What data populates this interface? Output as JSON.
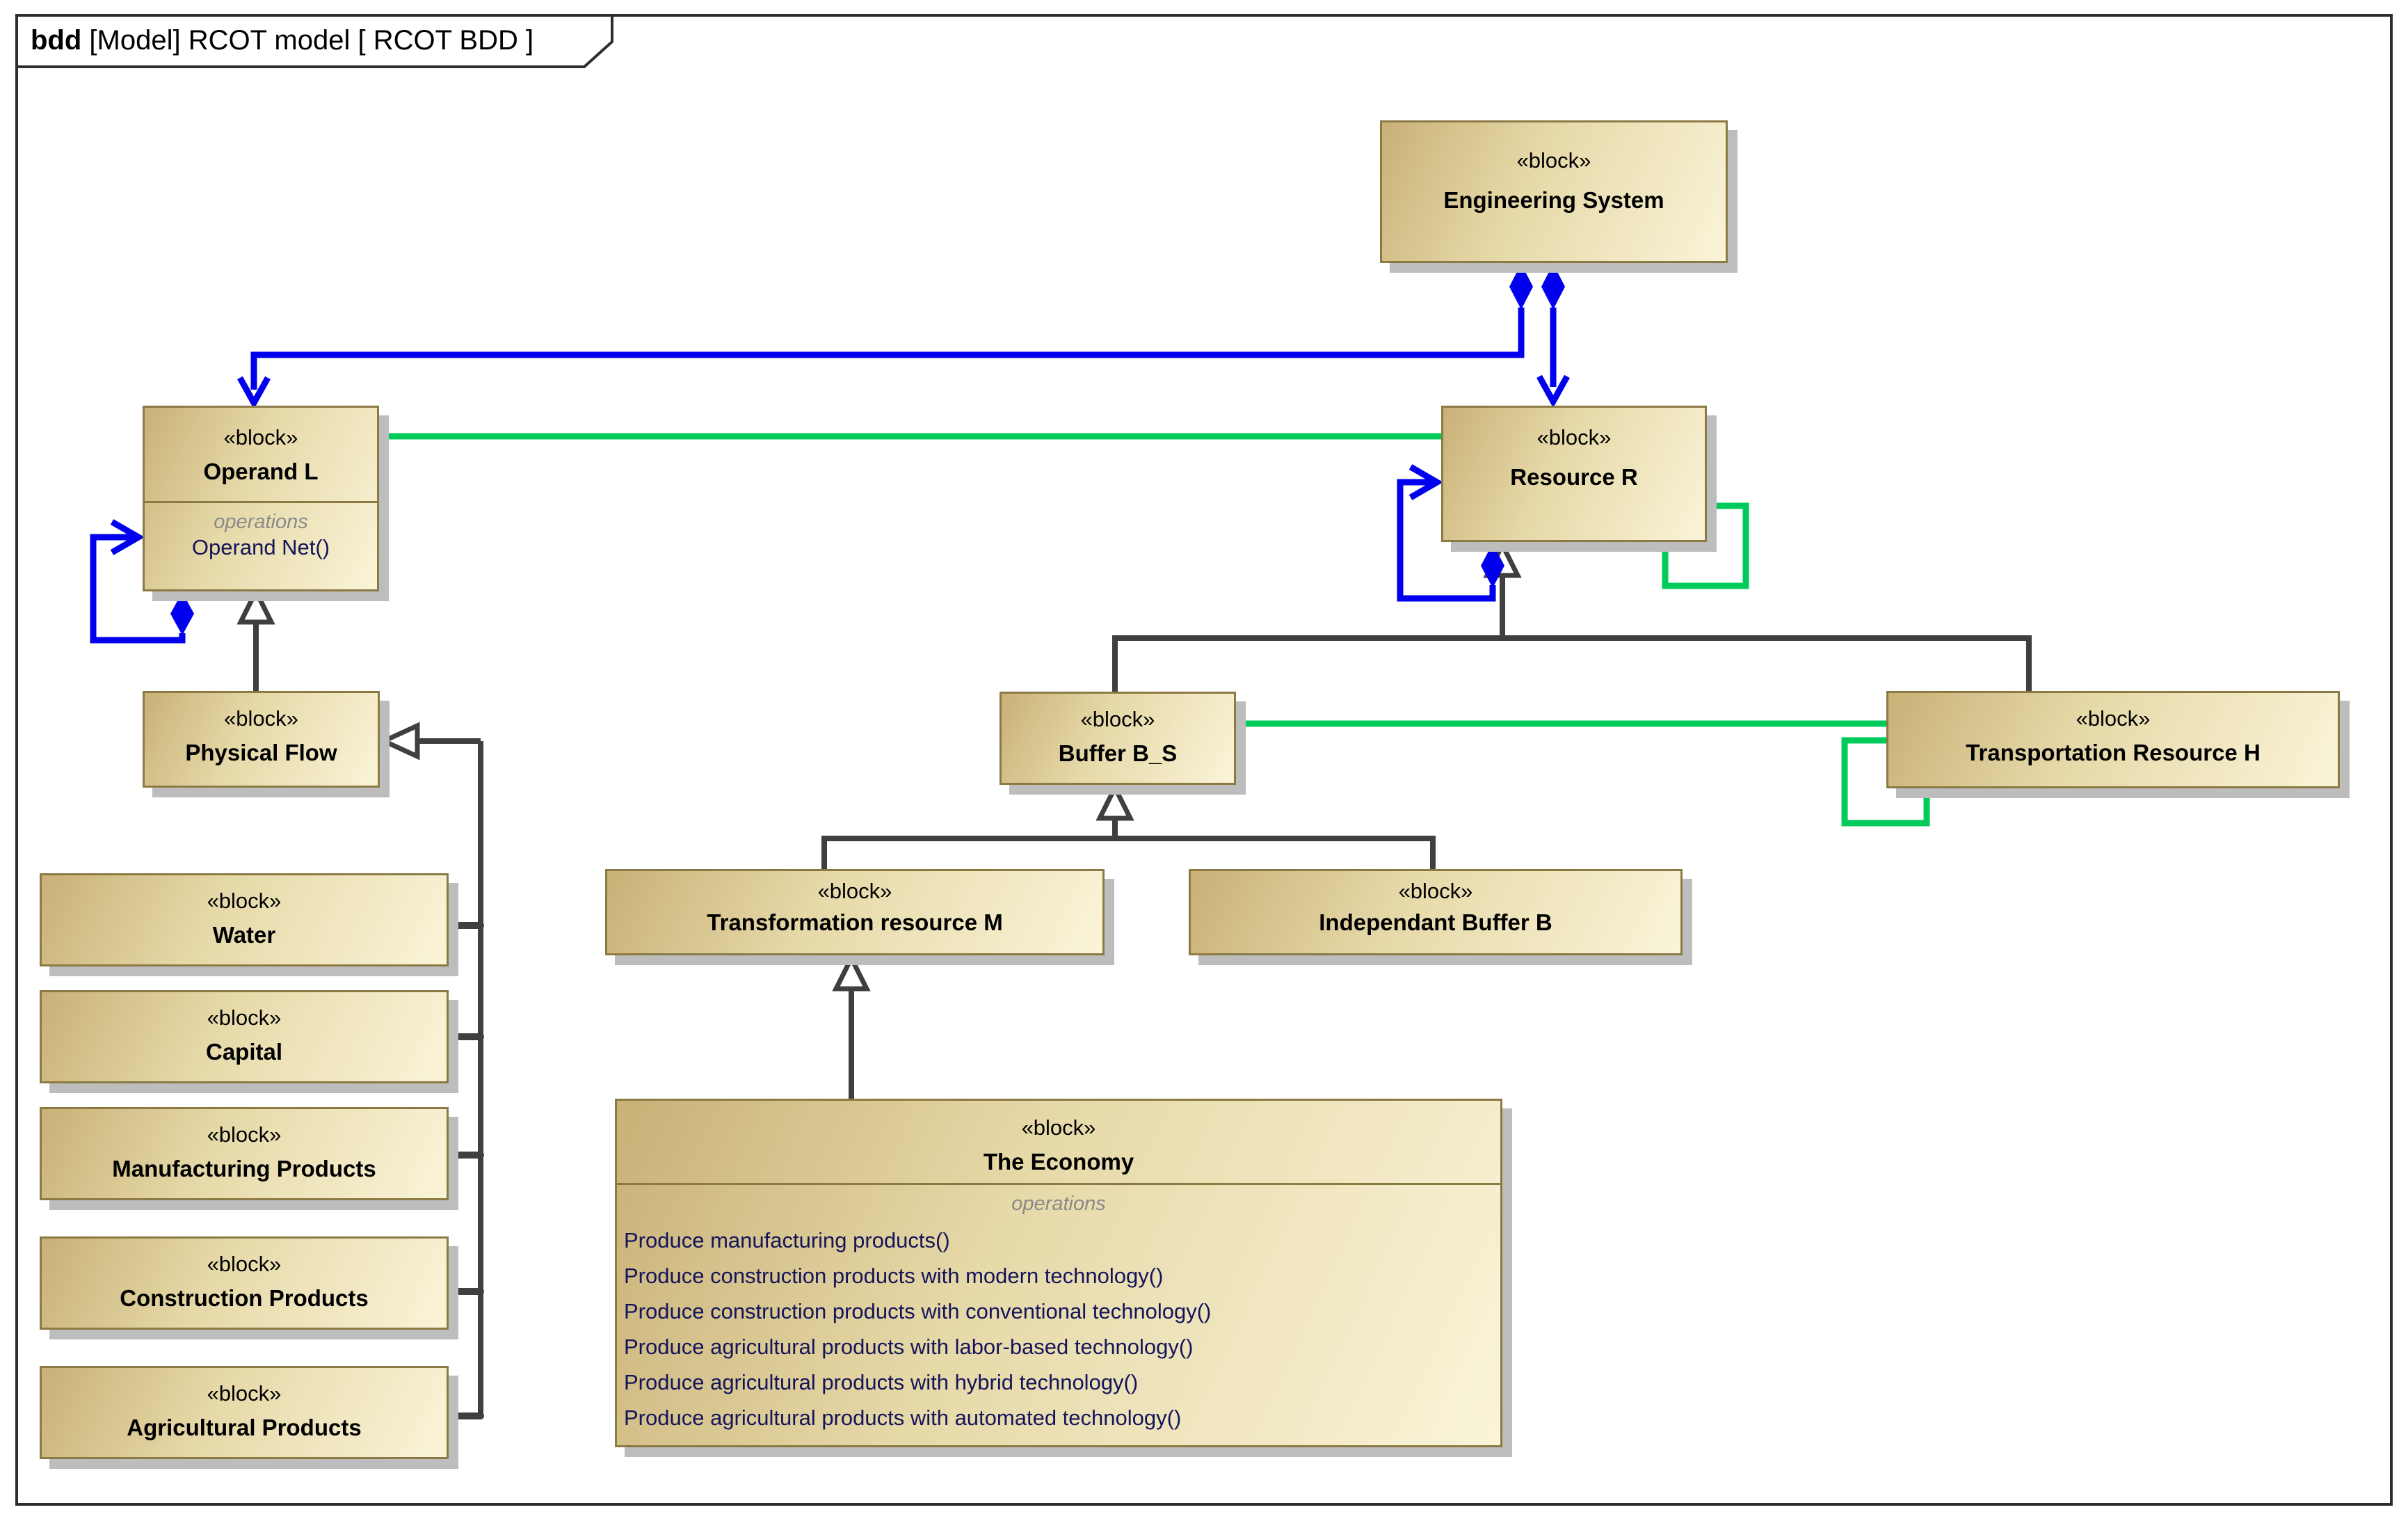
{
  "tab": {
    "keyword": "bdd",
    "title": " [Model] RCOT model [ RCOT BDD ]"
  },
  "palette": {
    "block_fill_dark": "#c9b177",
    "block_fill_light": "#faf4d8",
    "block_border": "#8c7a45",
    "block_shadow": "#bdbdbd",
    "frame_line": "#2e2e2e",
    "generalization_line": "#3f3f3f",
    "composition_line": "#0000ee",
    "association_line": "#00cb5a",
    "operations_label_color": "#8a8a8a",
    "operation_text_color": "#14145a"
  },
  "blocks": {
    "engineering_system": {
      "stereotype": "«block»",
      "name": "Engineering System"
    },
    "operand_l": {
      "stereotype": "«block»",
      "name": "Operand L",
      "operations_label": "operations",
      "operations": [
        "Operand Net()"
      ]
    },
    "resource_r": {
      "stereotype": "«block»",
      "name": "Resource R"
    },
    "physical_flow": {
      "stereotype": "«block»",
      "name": "Physical Flow"
    },
    "buffer_b_s": {
      "stereotype": "«block»",
      "name": "Buffer B_S"
    },
    "transportation_resource_h": {
      "stereotype": "«block»",
      "name": "Transportation Resource H"
    },
    "water": {
      "stereotype": "«block»",
      "name": "Water"
    },
    "capital": {
      "stereotype": "«block»",
      "name": "Capital"
    },
    "manufacturing_products": {
      "stereotype": "«block»",
      "name": "Manufacturing Products"
    },
    "construction_products": {
      "stereotype": "«block»",
      "name": "Construction Products"
    },
    "agricultural_products": {
      "stereotype": "«block»",
      "name": "Agricultural Products"
    },
    "transformation_resource_m": {
      "stereotype": "«block»",
      "name": "Transformation resource M"
    },
    "independant_buffer_b": {
      "stereotype": "«block»",
      "name": "Independant Buffer B"
    },
    "the_economy": {
      "stereotype": "«block»",
      "name": "The Economy",
      "operations_label": "operations",
      "operations": [
        "Produce manufacturing products()",
        "Produce construction products with modern technology()",
        "Produce construction products with conventional technology()",
        "Produce agricultural products with labor-based technology()",
        "Produce agricultural products with hybrid technology()",
        "Produce agricultural products with automated technology()"
      ]
    }
  }
}
